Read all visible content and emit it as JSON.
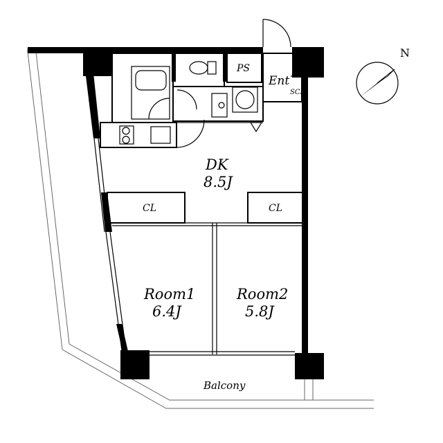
{
  "rooms": {
    "dk": {
      "name": "DK",
      "size": "8.5J"
    },
    "room1": {
      "name": "Room1",
      "size": "6.4J"
    },
    "room2": {
      "name": "Room2",
      "size": "5.8J"
    }
  },
  "labels": {
    "ps": "PS",
    "entrance": "Ent",
    "shoe_closet": "SCL",
    "closet_left": "CL",
    "closet_right": "CL",
    "balcony": "Balcony",
    "north": "N"
  }
}
